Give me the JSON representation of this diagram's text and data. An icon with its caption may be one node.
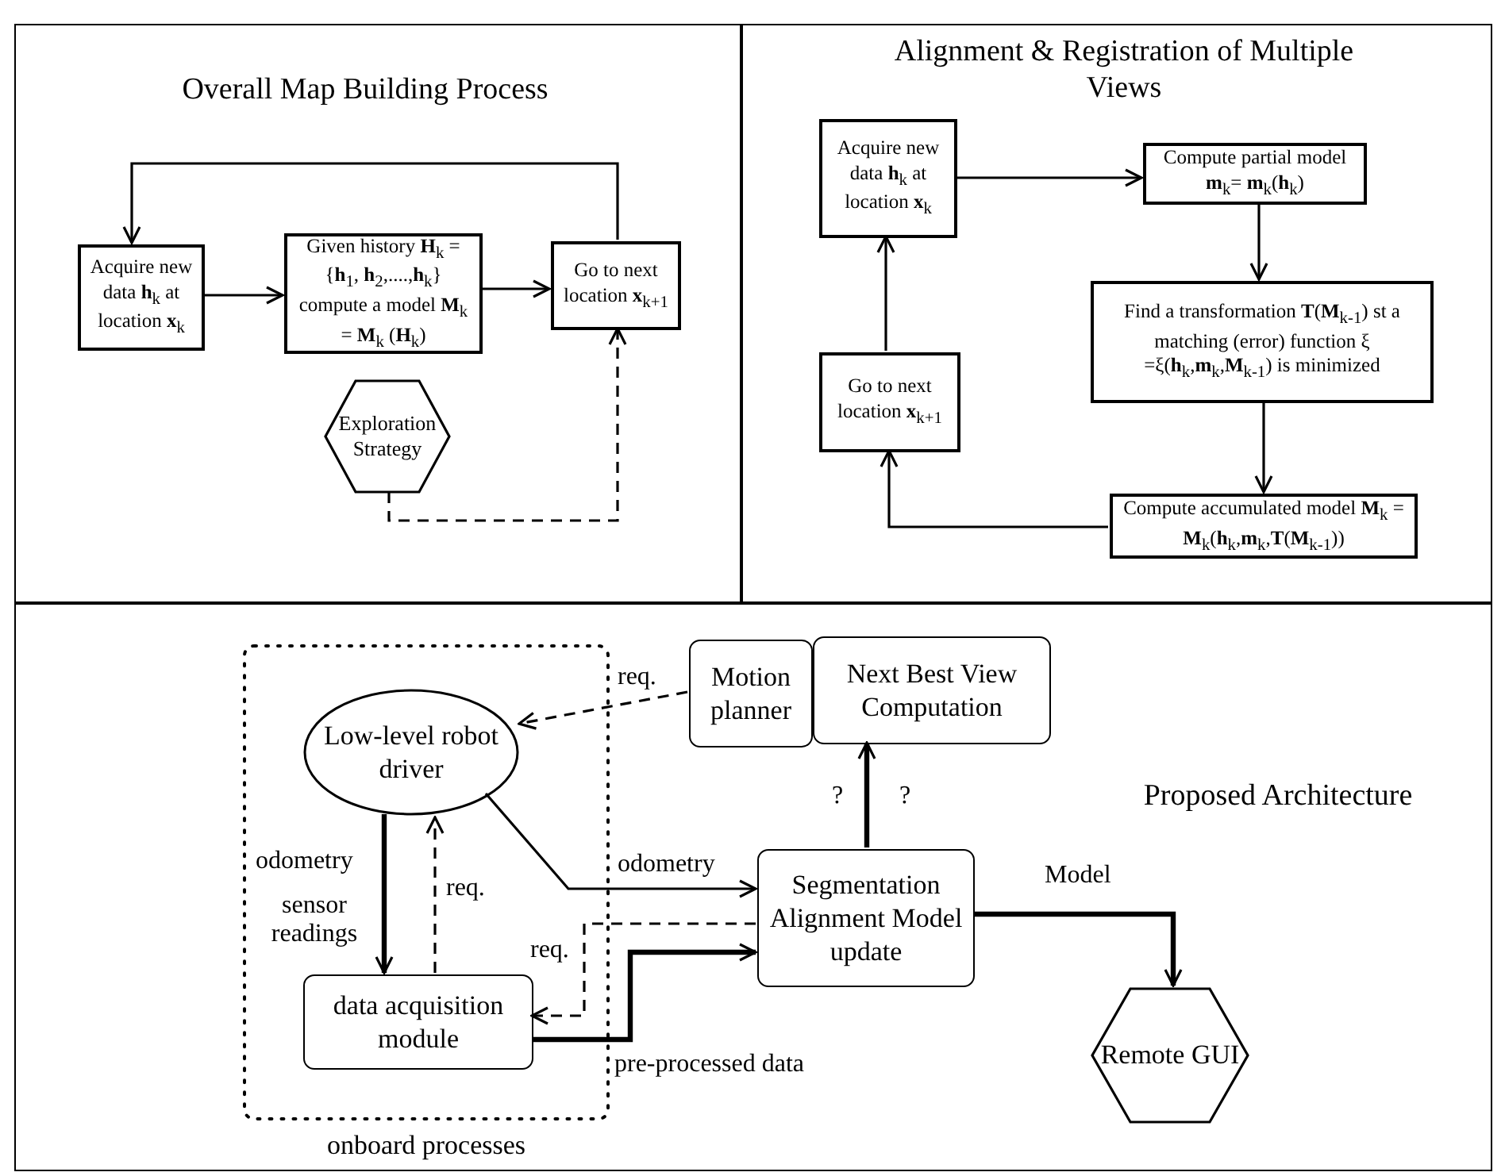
{
  "diagram": {
    "nodes": [
      {
        "text": [
          "Overall Map Building Process"
        ]
      },
      {
        "text": [
          "Acquire new data **h**$_{k}$ at location **x**$_{k}$"
        ],
        "in": 0
      },
      {
        "text": [
          "Given history **H**$_{k}$ = {**h**$_{1}$, **h**$_{2}$,....,**h**$_{k}$} compute a model **M**$_{k}$ = **M**$_{k}$ (**H**$_{k}$)"
        ],
        "in": 0
      },
      {
        "text": [
          "Go to next location **x**$_{k+1}$"
        ],
        "in": 0
      },
      {
        "text": [
          "Exploration Strategy"
        ],
        "in": 0
      },
      {
        "text": [
          "Alignment & Registration of Multiple Views"
        ]
      },
      {
        "text": [
          "Acquire new data **h**$_{k}$ at location **x**$_{k}$"
        ],
        "in": 5
      },
      {
        "text": [
          "Compute partial model **m**$_{k}$= **m**$_{k}$(**h**$_{k}$)"
        ],
        "in": 5
      },
      {
        "text": [
          "Find a transformation **T**(**M**$_{k-1}$) st a matching (error) function ξ =ξ(**h**$_{k}$,**m**$_{k}$,**M**$_{k-1}$) is minimized"
        ],
        "in": 5
      },
      {
        "text": [
          "Compute accumulated model **M**$_{k}$ = **M**$_{k}$(**h**$_{k}$,**m**$_{k}$,**T**(**M**$_{k-1}$))"
        ],
        "in": 5
      },
      {
        "text": [
          "Go to next location **x**$_{k+1}$"
        ],
        "in": 5
      },
      {
        "text": [
          "Proposed Architecture"
        ]
      },
      {
        "text": [
          "onboard processes"
        ],
        "in": 11
      },
      {
        "text": [
          "Low-level robot driver"
        ],
        "in": 12
      },
      {
        "text": [
          "data acquisition module"
        ],
        "in": 12
      },
      {
        "text": [
          "Motion planner"
        ],
        "in": 11
      },
      {
        "text": [
          "Next Best View Computation"
        ],
        "in": 11
      },
      {
        "text": [
          "Segmentation Alignment Model update"
        ],
        "in": 11
      },
      {
        "text": [
          "Remote GUI"
        ],
        "in": 11
      }
    ],
    "edges": [
      {
        "from": 1,
        "to": 2,
        "arrow": "to"
      },
      {
        "from": 2,
        "to": 3,
        "arrow": "to"
      },
      {
        "from": 3,
        "to": 1,
        "arrow": "to"
      },
      {
        "from": 4,
        "to": 3,
        "arrow": "to",
        "style": "dashed"
      },
      {
        "from": 6,
        "to": 7,
        "arrow": "to"
      },
      {
        "from": 7,
        "to": 8,
        "arrow": "to"
      },
      {
        "from": 8,
        "to": 9,
        "arrow": "to"
      },
      {
        "from": 9,
        "to": 10,
        "arrow": "to"
      },
      {
        "from": 10,
        "to": 6,
        "arrow": "to"
      },
      {
        "from": 15,
        "to": 13,
        "arrow": "to",
        "style": "dashed",
        "label": "req."
      },
      {
        "from": 13,
        "to": 14,
        "arrow": "to",
        "style": "thick",
        "label": "odometry"
      },
      {
        "from": 14,
        "to": 13,
        "arrow": "to",
        "style": "dashed",
        "label": "req."
      },
      {
        "from": 13,
        "to": 17,
        "arrow": "to",
        "label": "odometry"
      },
      {
        "from": 17,
        "to": 14,
        "arrow": "to",
        "style": "dashed",
        "label": "req."
      },
      {
        "from": 14,
        "to": 17,
        "arrow": "to",
        "style": "thick",
        "label": "pre-processed data"
      },
      {
        "from": 17,
        "to": 16,
        "arrow": "to",
        "style": "thick",
        "label": "?"
      },
      {
        "from": 17,
        "to": 18,
        "arrow": "to",
        "style": "thick",
        "label": "Model"
      }
    ],
    "labels": [
      "sensor readings",
      "?"
    ]
  }
}
